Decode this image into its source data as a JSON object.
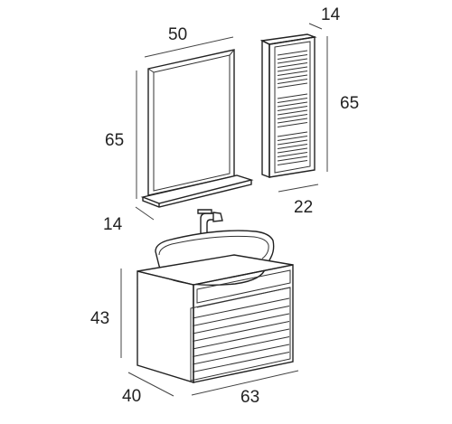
{
  "dimensions": {
    "mirror_width": "50",
    "mirror_height": "65",
    "mirror_depth": "14",
    "cabinet_depth": "14",
    "cabinet_height": "65",
    "cabinet_width": "22",
    "vanity_height": "43",
    "vanity_depth": "40",
    "vanity_width": "63"
  },
  "colors": {
    "stroke": "#222222",
    "background": "#ffffff"
  }
}
